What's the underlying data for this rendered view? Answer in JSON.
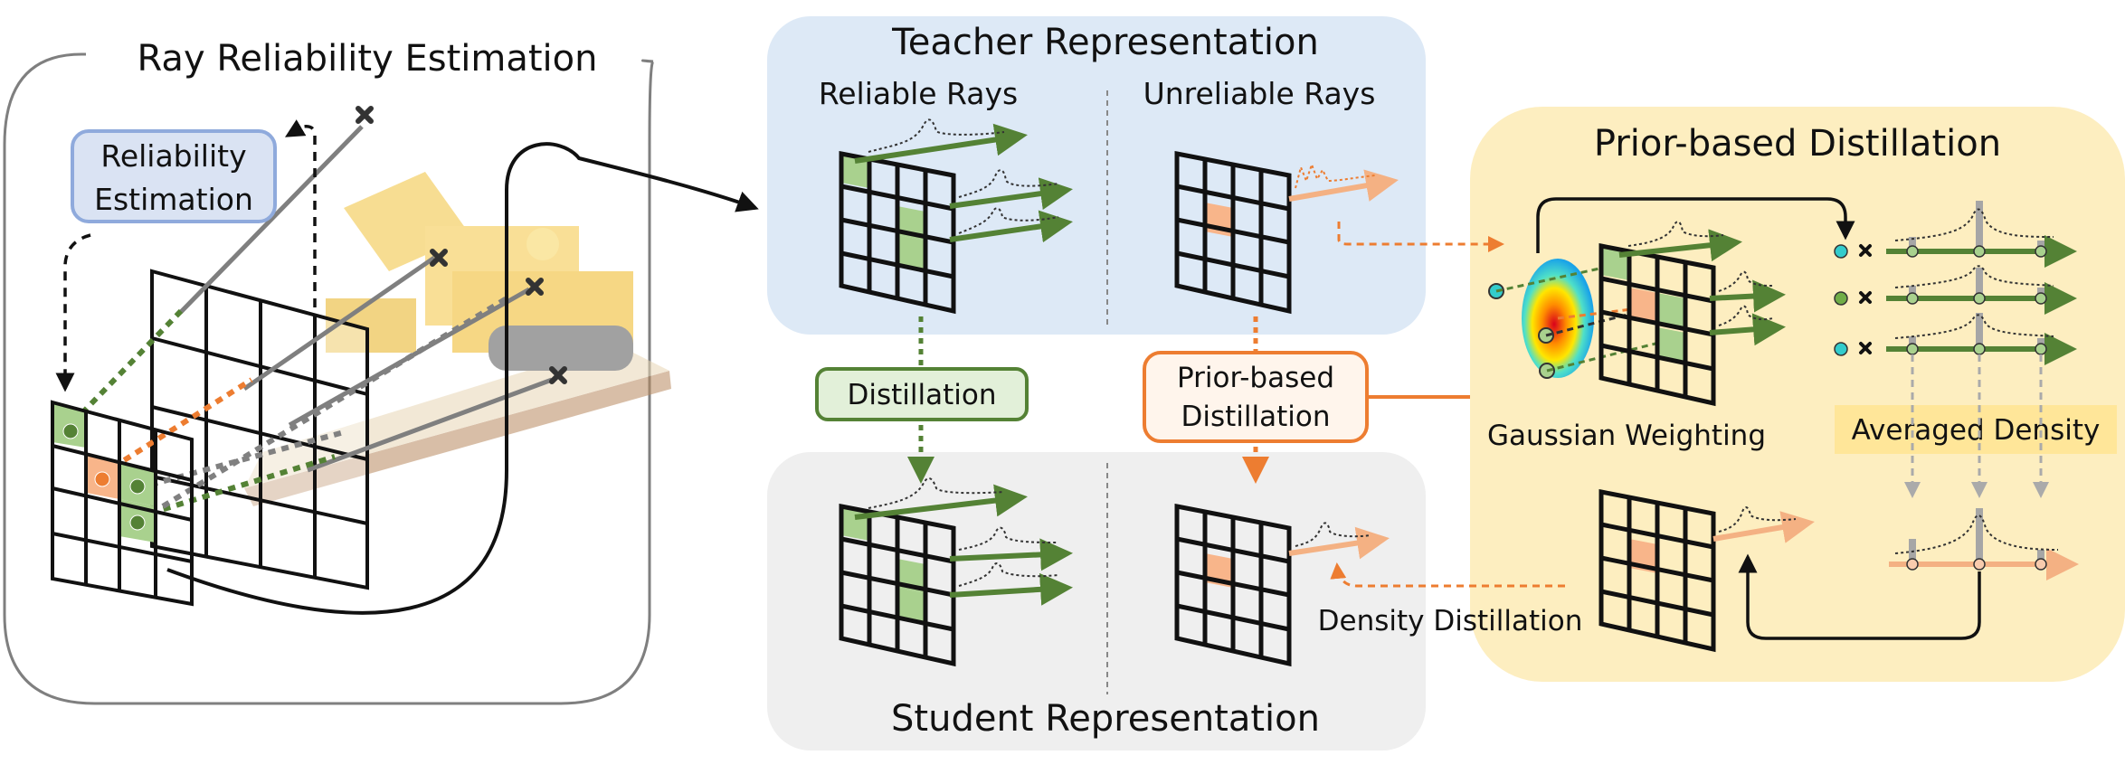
{
  "ray_reliability": {
    "title": "Ray Reliability Estimation",
    "reliability_label_line1": "Reliability",
    "reliability_label_line2": "Estimation"
  },
  "teacher": {
    "title": "Teacher Representation",
    "reliable_rays": "Reliable Rays",
    "unreliable_rays": "Unreliable Rays"
  },
  "student": {
    "title": "Student Representation"
  },
  "distillation": {
    "label": "Distillation",
    "prior_line1": "Prior-based",
    "prior_line2": "Distillation",
    "density_distillation": "Density Distillation"
  },
  "prior_panel": {
    "title": "Prior-based Distillation",
    "gaussian_weighting": "Gaussian Weighting",
    "averaged_density": "Averaged Density"
  },
  "colors": {
    "green": "#548235",
    "green_fill": "#a9d18e",
    "orange": "#ed7d31",
    "orange_fill": "#f8b58a",
    "blue_panel": "#dbe8f5",
    "grey_panel": "#f0f0f0",
    "yellow_panel": "#fdeebf",
    "cyan": "#33cccc"
  }
}
